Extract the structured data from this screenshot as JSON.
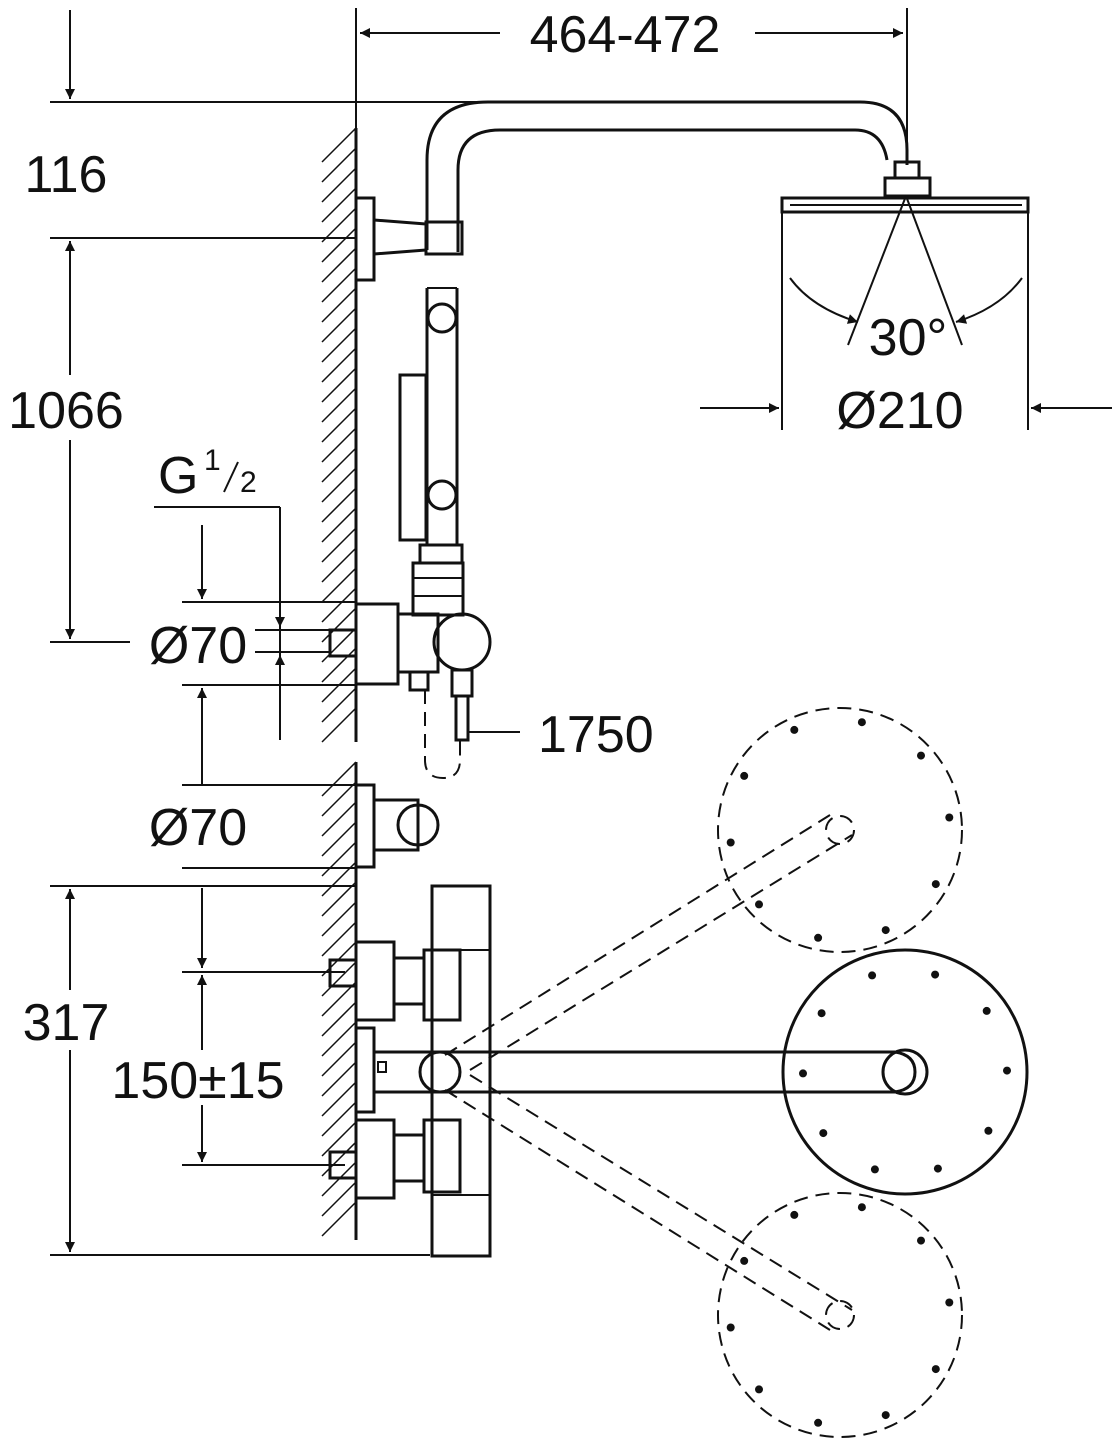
{
  "dimensions": {
    "arm_reach": "464-472",
    "top_offset": "116",
    "riser_height": "1066",
    "thread_prefix": "G",
    "thread_num": "1",
    "thread_den": "2",
    "diverter_diameter": "Ø70",
    "outlet_diameter": "Ø70",
    "hose_length": "1750",
    "spray_angle": "30°",
    "head_diameter": "Ø210",
    "thermostat_height": "317",
    "inlet_spacing": "150±15"
  },
  "colors": {
    "line": "#111111",
    "background": "#ffffff"
  }
}
